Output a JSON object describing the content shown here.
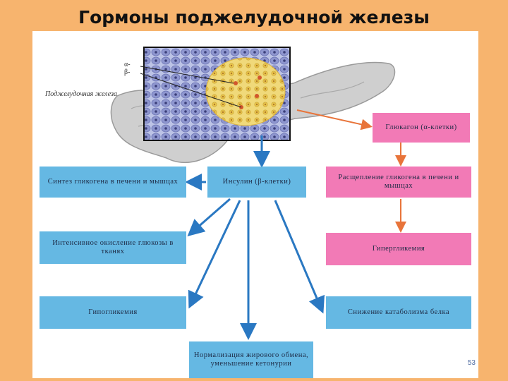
{
  "title": "Гормоны поджелудочной железы",
  "slide_number": "53",
  "illustration": {
    "organ_label": "Поджелудочная железа",
    "alpha_label": "α-",
    "beta_label": "β-"
  },
  "boxes": {
    "glucagon": "Глюкагон (α-клетки)",
    "insulin": "Инсулин (β-клетки)",
    "glycogen_synthesis": "Синтез гликогена в печени и мышцах",
    "glucose_oxidation": "Интенсивное окисление глюкозы в тканях",
    "hypoglycemia": "Гипогликемия",
    "fat_metabolism": "Нормализация жирового обмена, уменьшение кетонурии",
    "glycogen_breakdown": "Расщепление гликогена в печени и мышцах",
    "hyperglycemia": "Гипергликемия",
    "protein_catabolism": "Снижение катаболизма белка"
  },
  "colors": {
    "insulin_pathway": "#65b8e3",
    "glucagon_pathway": "#f27ab6",
    "blue_arrow": "#2a78c2",
    "orange_arrow": "#e8743a",
    "background": "#f7b46e"
  }
}
